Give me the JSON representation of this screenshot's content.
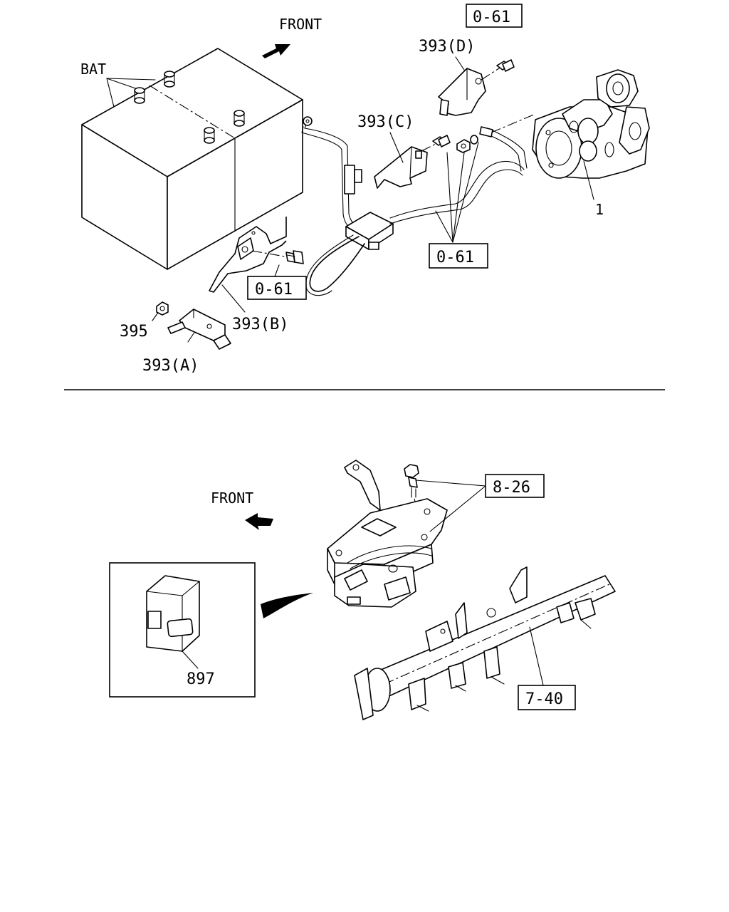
{
  "top_view": {
    "direction_label": "FRONT",
    "battery_label": "BAT",
    "starter_callout": "1",
    "bracket_d_label": "393(D)",
    "bracket_c_label": "393(C)",
    "bracket_b_label": "393(B)",
    "bracket_a_label": "393(A)",
    "nut_label": "395",
    "ref_top_right": "0-61",
    "ref_middle": "0-61",
    "ref_left": "0-61"
  },
  "bottom_view": {
    "direction_label": "FRONT",
    "ref_bolt": "8-26",
    "ref_frame": "7-40",
    "module_label": "897"
  }
}
